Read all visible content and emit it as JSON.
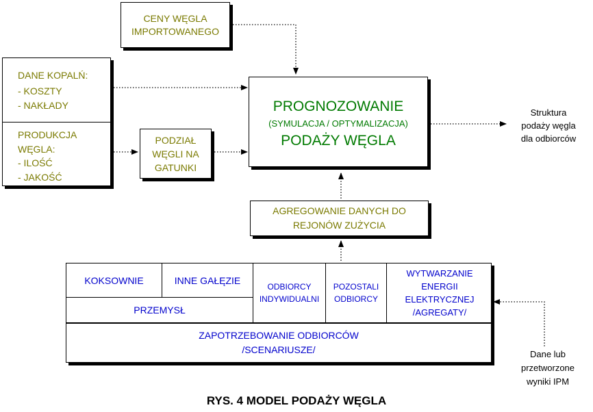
{
  "boxes": {
    "import_prices": "CENY WĘGLA\nIMPORTOWANEGO",
    "mine_data": {
      "title": "DANE KOPALŃ:",
      "items": [
        "- KOSZTY",
        "- NAKŁADY"
      ]
    },
    "coal_production": {
      "title": "PRODUKCJA\nWĘGLA:",
      "items": [
        "- ILOŚĆ",
        "- JAKOŚĆ"
      ]
    },
    "coal_grades": "PODZIAŁ\nWĘGLI NA\nGATUNKI",
    "forecasting": {
      "title": "PROGNOZOWANIE",
      "subtitle": "(SYMULACJA / OPTYMALIZACJA)",
      "bottom": "PODAŻY WĘGLA"
    },
    "aggregation": "AGREGOWANIE DANYCH DO\nREJONÓW ZUŻYCIA"
  },
  "output_label": "Struktura\npodaży węgla\ndla odbiorców",
  "ipm_label": "Dane lub\nprzetworzone\nwyniki IPM",
  "demand_table": {
    "koksownie": "KOKSOWNIE",
    "inne_galezie": "INNE GAŁĘZIE",
    "przemysl": "PRZEMYSŁ",
    "odbiorcy_indywidualni": "ODBIORCY\nINDYWIDUALNI",
    "pozostali_odbiorcy": "POZOSTALI\nODBIORCY",
    "energia": "WYTWARZANIE\nENERGII\nELEKTRYCZNEJ\n/AGREGATY/",
    "scenariusze": "ZAPOTRZEBOWANIE ODBIORCÓW\n/SCENARIUSZE/"
  },
  "caption": "RYS. 4 MODEL  PODAŻY WĘGLA",
  "colors": {
    "olive": "#7a7a00",
    "blue": "#0000cc",
    "green": "#007a00",
    "border": "#000000"
  }
}
